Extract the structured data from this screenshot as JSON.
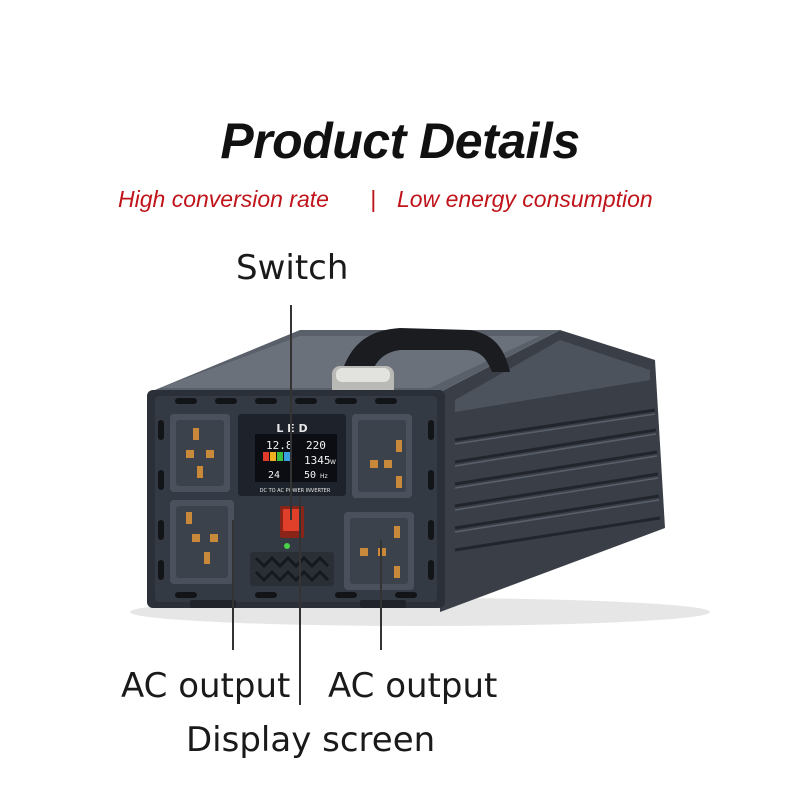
{
  "header": {
    "title": "Product Details",
    "subtitle_left": "High conversion rate",
    "separator": "|",
    "subtitle_right": "Low energy consumption"
  },
  "callouts": {
    "switch": "Switch",
    "ac_output_left": "AC output",
    "ac_output_right": "AC output",
    "display_screen": "Display screen"
  },
  "display": {
    "panel_label": "L E D",
    "input_voltage": "12.8",
    "output_voltage": "220",
    "power": "1345",
    "power_unit": "W",
    "temperature": "24",
    "frequency": "50",
    "frequency_unit": "Hz",
    "caption": "DC TO AC POWER INVERTER"
  },
  "colors": {
    "accent": "#c0141b",
    "body": "#2b3038",
    "panel": "#3a4150",
    "screen": "#0b0d12",
    "switch": "#e0402a"
  }
}
